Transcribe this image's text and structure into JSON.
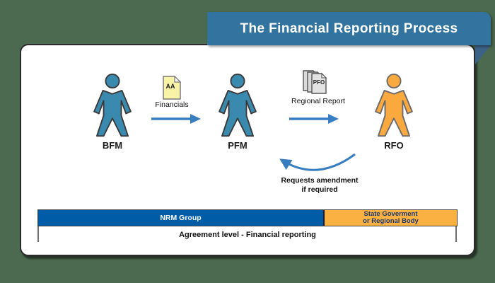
{
  "title_banner": {
    "text": "The Financial Reporting Process"
  },
  "colors": {
    "background": "#4b6a4f",
    "banner_blue": "#32749f",
    "banner_fold": "#3d6288",
    "actor_blue": "#3a89ae",
    "actor_orange": "#f9a93e",
    "arrow_blue": "#377ec0",
    "doc_yellow": "#f8f3a6",
    "doc_gray": "#d9d9d9",
    "bar_blue": "#005ca7",
    "bar_orange": "#fbb042",
    "bar_orange_text": "#1e3a6e"
  },
  "actors": [
    {
      "id": "bfm",
      "label": "BFM"
    },
    {
      "id": "pfm",
      "label": "PFM"
    },
    {
      "id": "rfo",
      "label": "RFO"
    }
  ],
  "documents": [
    {
      "label": "Financials",
      "icon_text": "AA"
    },
    {
      "label": "Regional Report",
      "icon_text": "PFO"
    }
  ],
  "feedback_arrow": {
    "line1": "Requests amendment",
    "line2": "if required"
  },
  "bottom_legend": {
    "left_label": "NRM Group",
    "right_label_line1": "State Goverment",
    "right_label_line2": "or Regional Body",
    "caption": "Agreement level - Financial reporting"
  }
}
